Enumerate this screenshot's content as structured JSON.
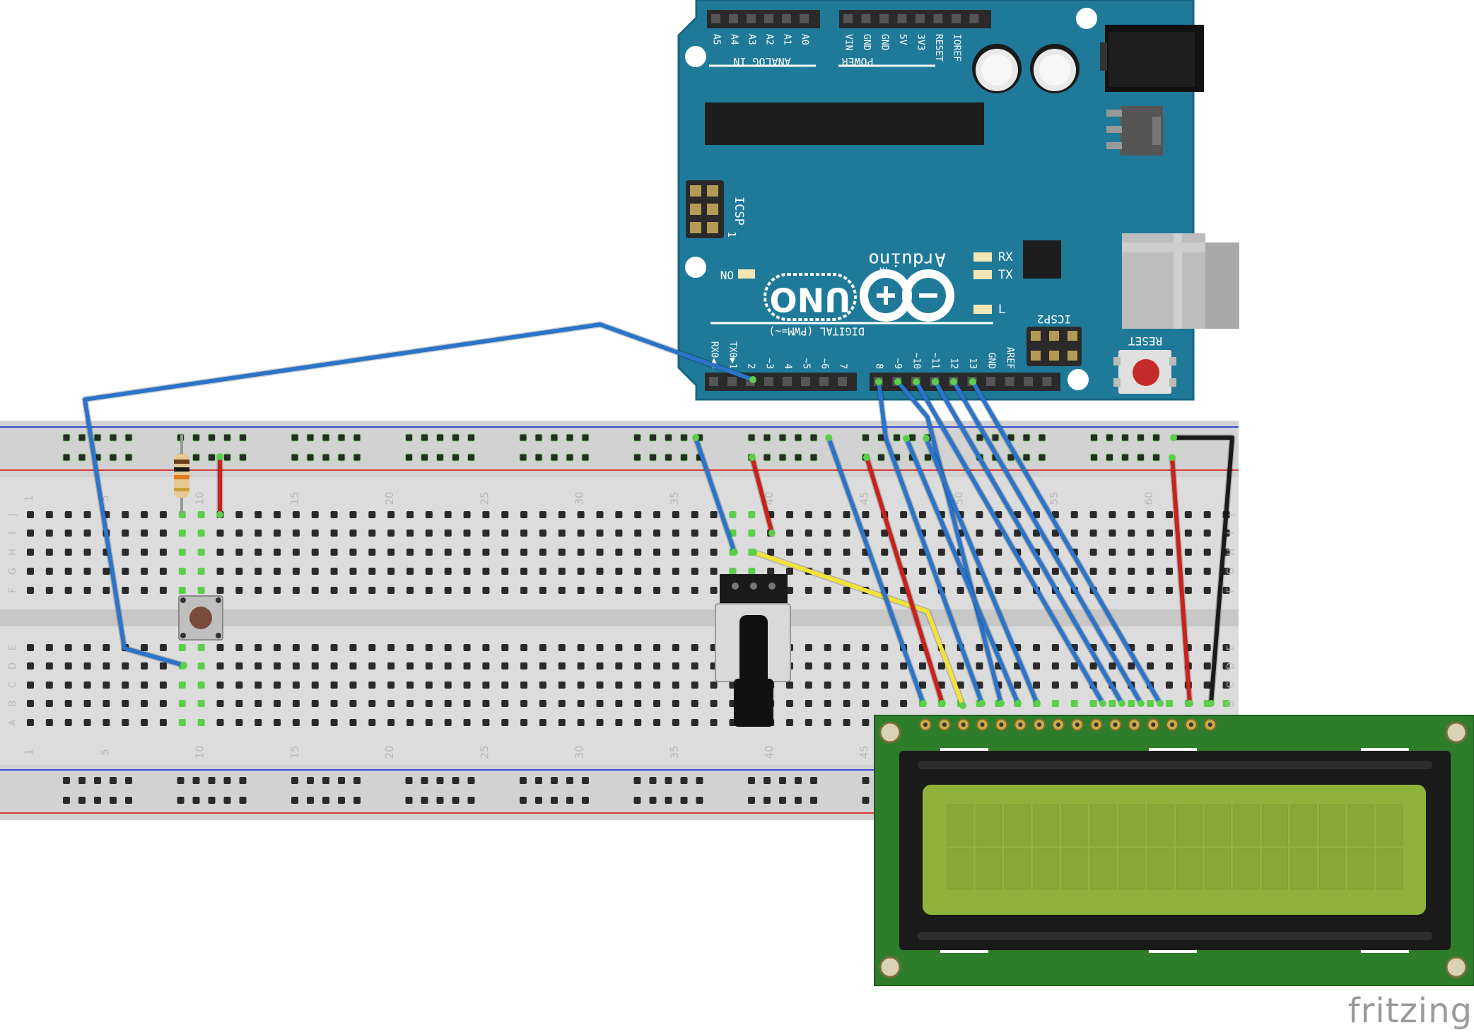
{
  "arduino": {
    "model_label": "UNO",
    "brand_label": "Arduino",
    "tm": "TM",
    "analog_header": "ANALOG IN",
    "power_header": "POWER",
    "analog_pins": [
      "A5",
      "A4",
      "A3",
      "A2",
      "A1",
      "A0"
    ],
    "power_pins": [
      "VIN",
      "GND",
      "GND",
      "5V",
      "3V3",
      "RESET",
      "IOREF"
    ],
    "digital_header": "DIGITAL (PWM=~)",
    "digital_pins_low": [
      "RX0◀0",
      "TX0▶1",
      "2",
      "~3",
      "4",
      "~5",
      "~6",
      "7"
    ],
    "digital_pins_high": [
      "8",
      "~9",
      "~10",
      "~11",
      "12",
      "13",
      "GND",
      "AREF"
    ],
    "icsp_label": "ICSP",
    "icsp_pin1": "1",
    "icsp2_label": "ICSP2",
    "on_label": "ON",
    "rx_label": "RX",
    "tx_label": "TX",
    "l_label": "L",
    "reset_label": "RESET",
    "board_color": "#1f7a9a"
  },
  "breadboard": {
    "column_numbers": [
      "1",
      "5",
      "10",
      "15",
      "20",
      "25",
      "30",
      "35",
      "40",
      "45",
      "50",
      "55",
      "60"
    ],
    "row_letters_top": [
      "J",
      "I",
      "H",
      "G",
      "F"
    ],
    "row_letters_bottom": [
      "E",
      "D",
      "C",
      "B",
      "A"
    ]
  },
  "components": [
    "resistor",
    "pushbutton",
    "potentiometer",
    "lcd-16x2"
  ],
  "wire_colors": {
    "blue": "#2a74c9",
    "red": "#c8221a",
    "black": "#1a1a1a",
    "yellow": "#f2e23a"
  },
  "footer": {
    "logo": "fritzing"
  }
}
